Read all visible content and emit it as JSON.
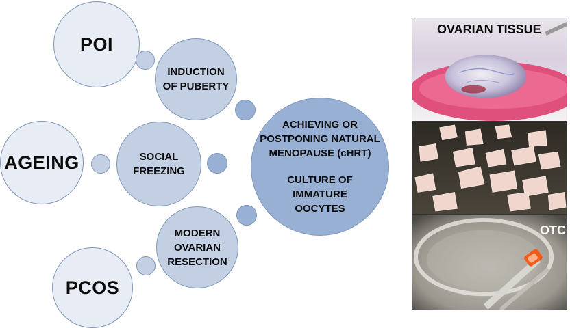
{
  "outer": {
    "poi": "POI",
    "ageing": "AGEING",
    "pcos": "PCOS"
  },
  "middle": {
    "puberty": "INDUCTION\nOF PUBERTY",
    "social": "SOCIAL\nFREEZING",
    "resection": "MODERN\nOVARIAN\nRESECTION"
  },
  "center": {
    "line1": "ACHIEVING OR\nPOSTPONING NATURAL\nMENOPAUSE (cHRT)",
    "line2": "CULTURE OF\nIMMATURE\nOOCYTES"
  },
  "photos": {
    "top_caption": "OVARIAN TISSUE",
    "bottom_caption": "OTC"
  },
  "colors": {
    "outer_fill": "#e7ecf5",
    "middle_fill": "#c3cfe3",
    "center_fill": "#98b0d3",
    "stroke": "#7f96b8"
  }
}
